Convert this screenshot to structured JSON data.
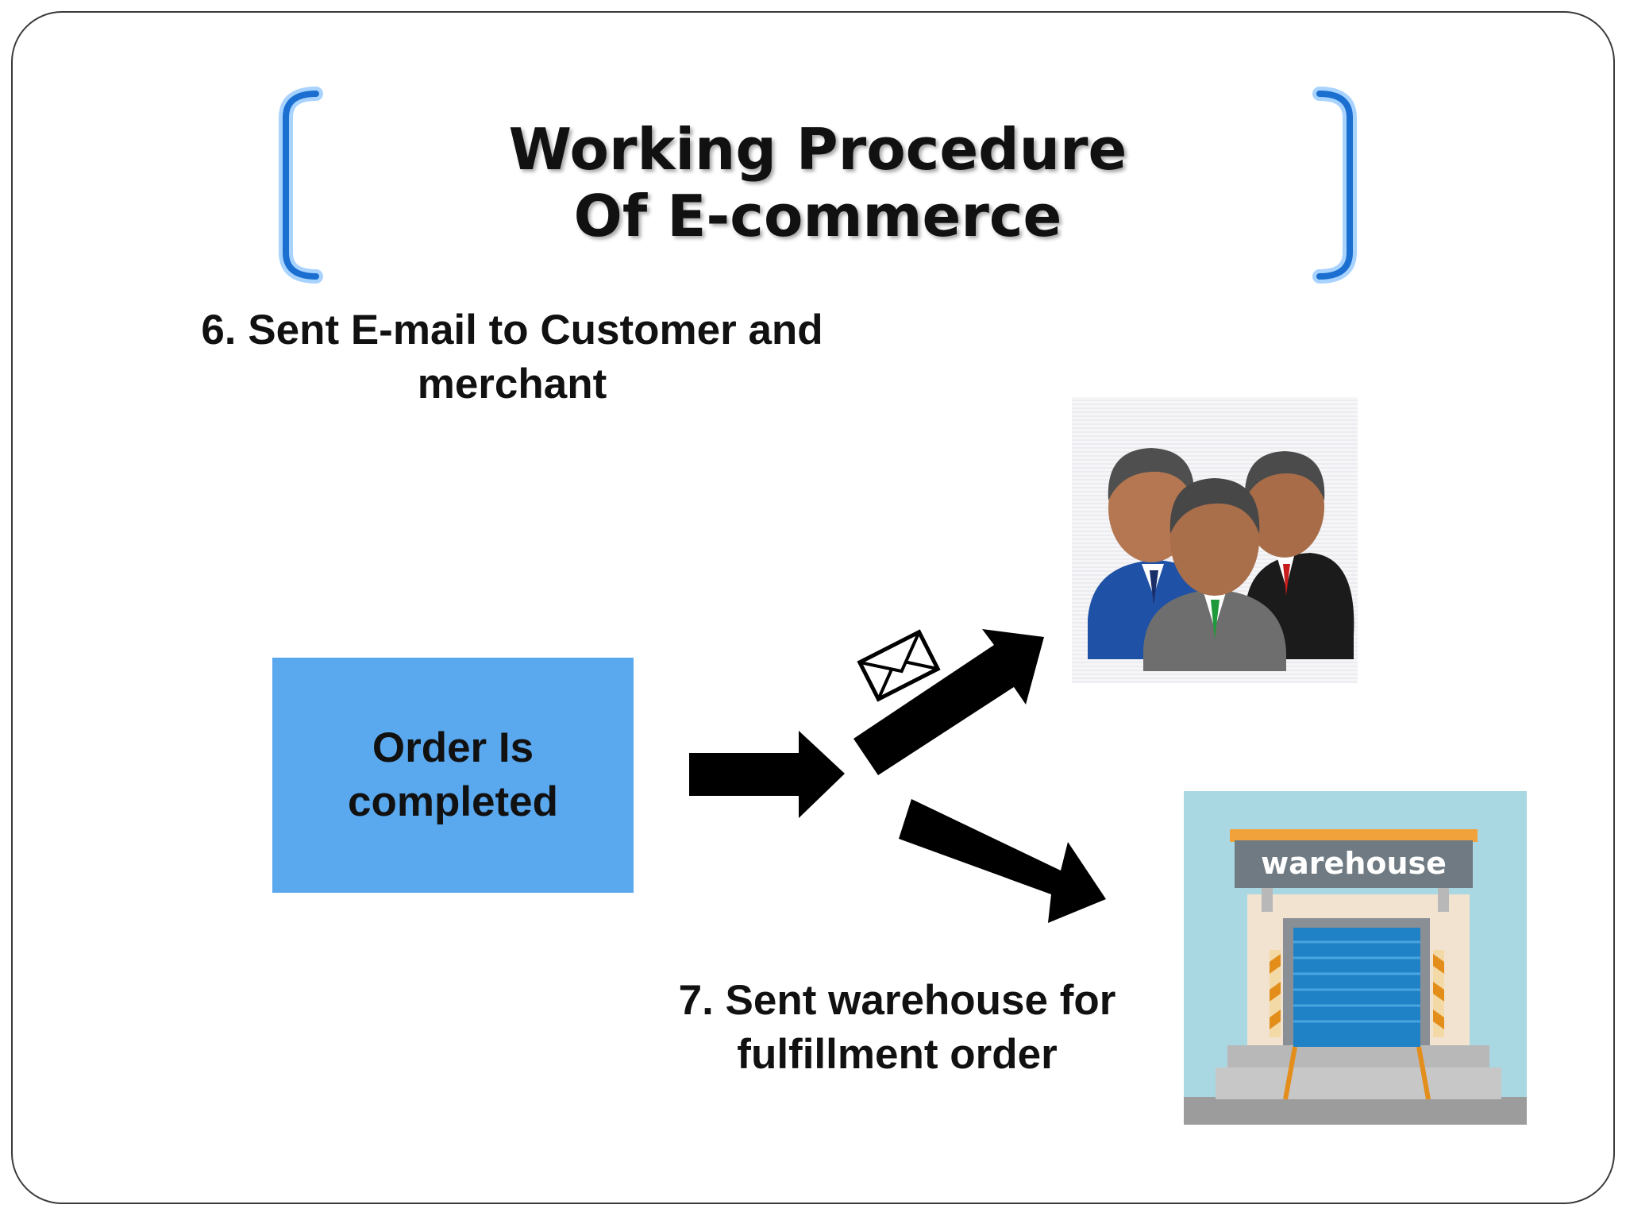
{
  "title": {
    "line1": "Working Procedure",
    "line2": "Of E-commerce"
  },
  "steps": {
    "step6": {
      "line1": "6. Sent E-mail to Customer and",
      "line2": "merchant"
    },
    "step7": {
      "line1": "7. Sent warehouse for",
      "line2": "fulfillment order"
    }
  },
  "order_box": {
    "line1": "Order Is",
    "line2": "completed",
    "color": "#5aa8ee"
  },
  "icons": {
    "envelope": "envelope-icon",
    "people": "business-people-icon",
    "warehouse": "warehouse-icon"
  },
  "warehouse_sign": "warehouse",
  "colors": {
    "bracket": "#1a6fd0",
    "arrow": "#000000"
  }
}
